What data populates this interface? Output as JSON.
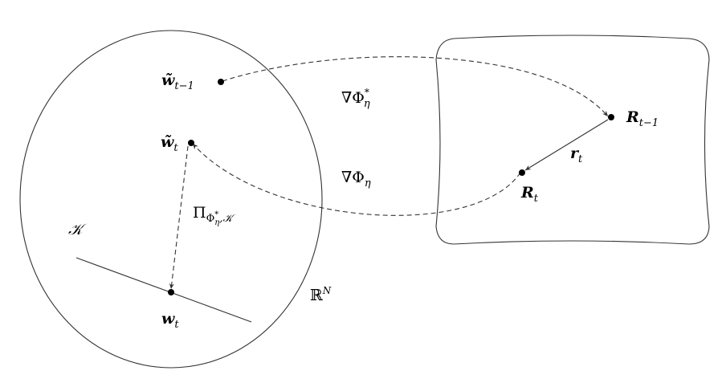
{
  "regions": {
    "primal_space": "ℝ",
    "primal_space_sup": "N",
    "constraint_set": "𝒦"
  },
  "points": {
    "w_tilde_prev": {
      "base": "w̃",
      "sub": "t−1"
    },
    "w_tilde": {
      "base": "w̃",
      "sub": "t"
    },
    "w": {
      "base": "w",
      "sub": "t"
    },
    "R_prev": {
      "base": "R",
      "sub": "t−1"
    },
    "R": {
      "base": "R",
      "sub": "t"
    }
  },
  "arrows": {
    "r": {
      "base": "r",
      "sub": "t"
    },
    "grad_conj": {
      "base": "∇Φ",
      "sub": "η",
      "sup": "*"
    },
    "grad": {
      "base": "∇Φ",
      "sub": "η"
    },
    "projection": {
      "base": "Π",
      "sub": "Φ",
      "subsup": "*",
      "subsub": "η",
      "tail": ",𝒦"
    }
  },
  "colors": {
    "stroke": "#333333",
    "point": "#000000"
  }
}
